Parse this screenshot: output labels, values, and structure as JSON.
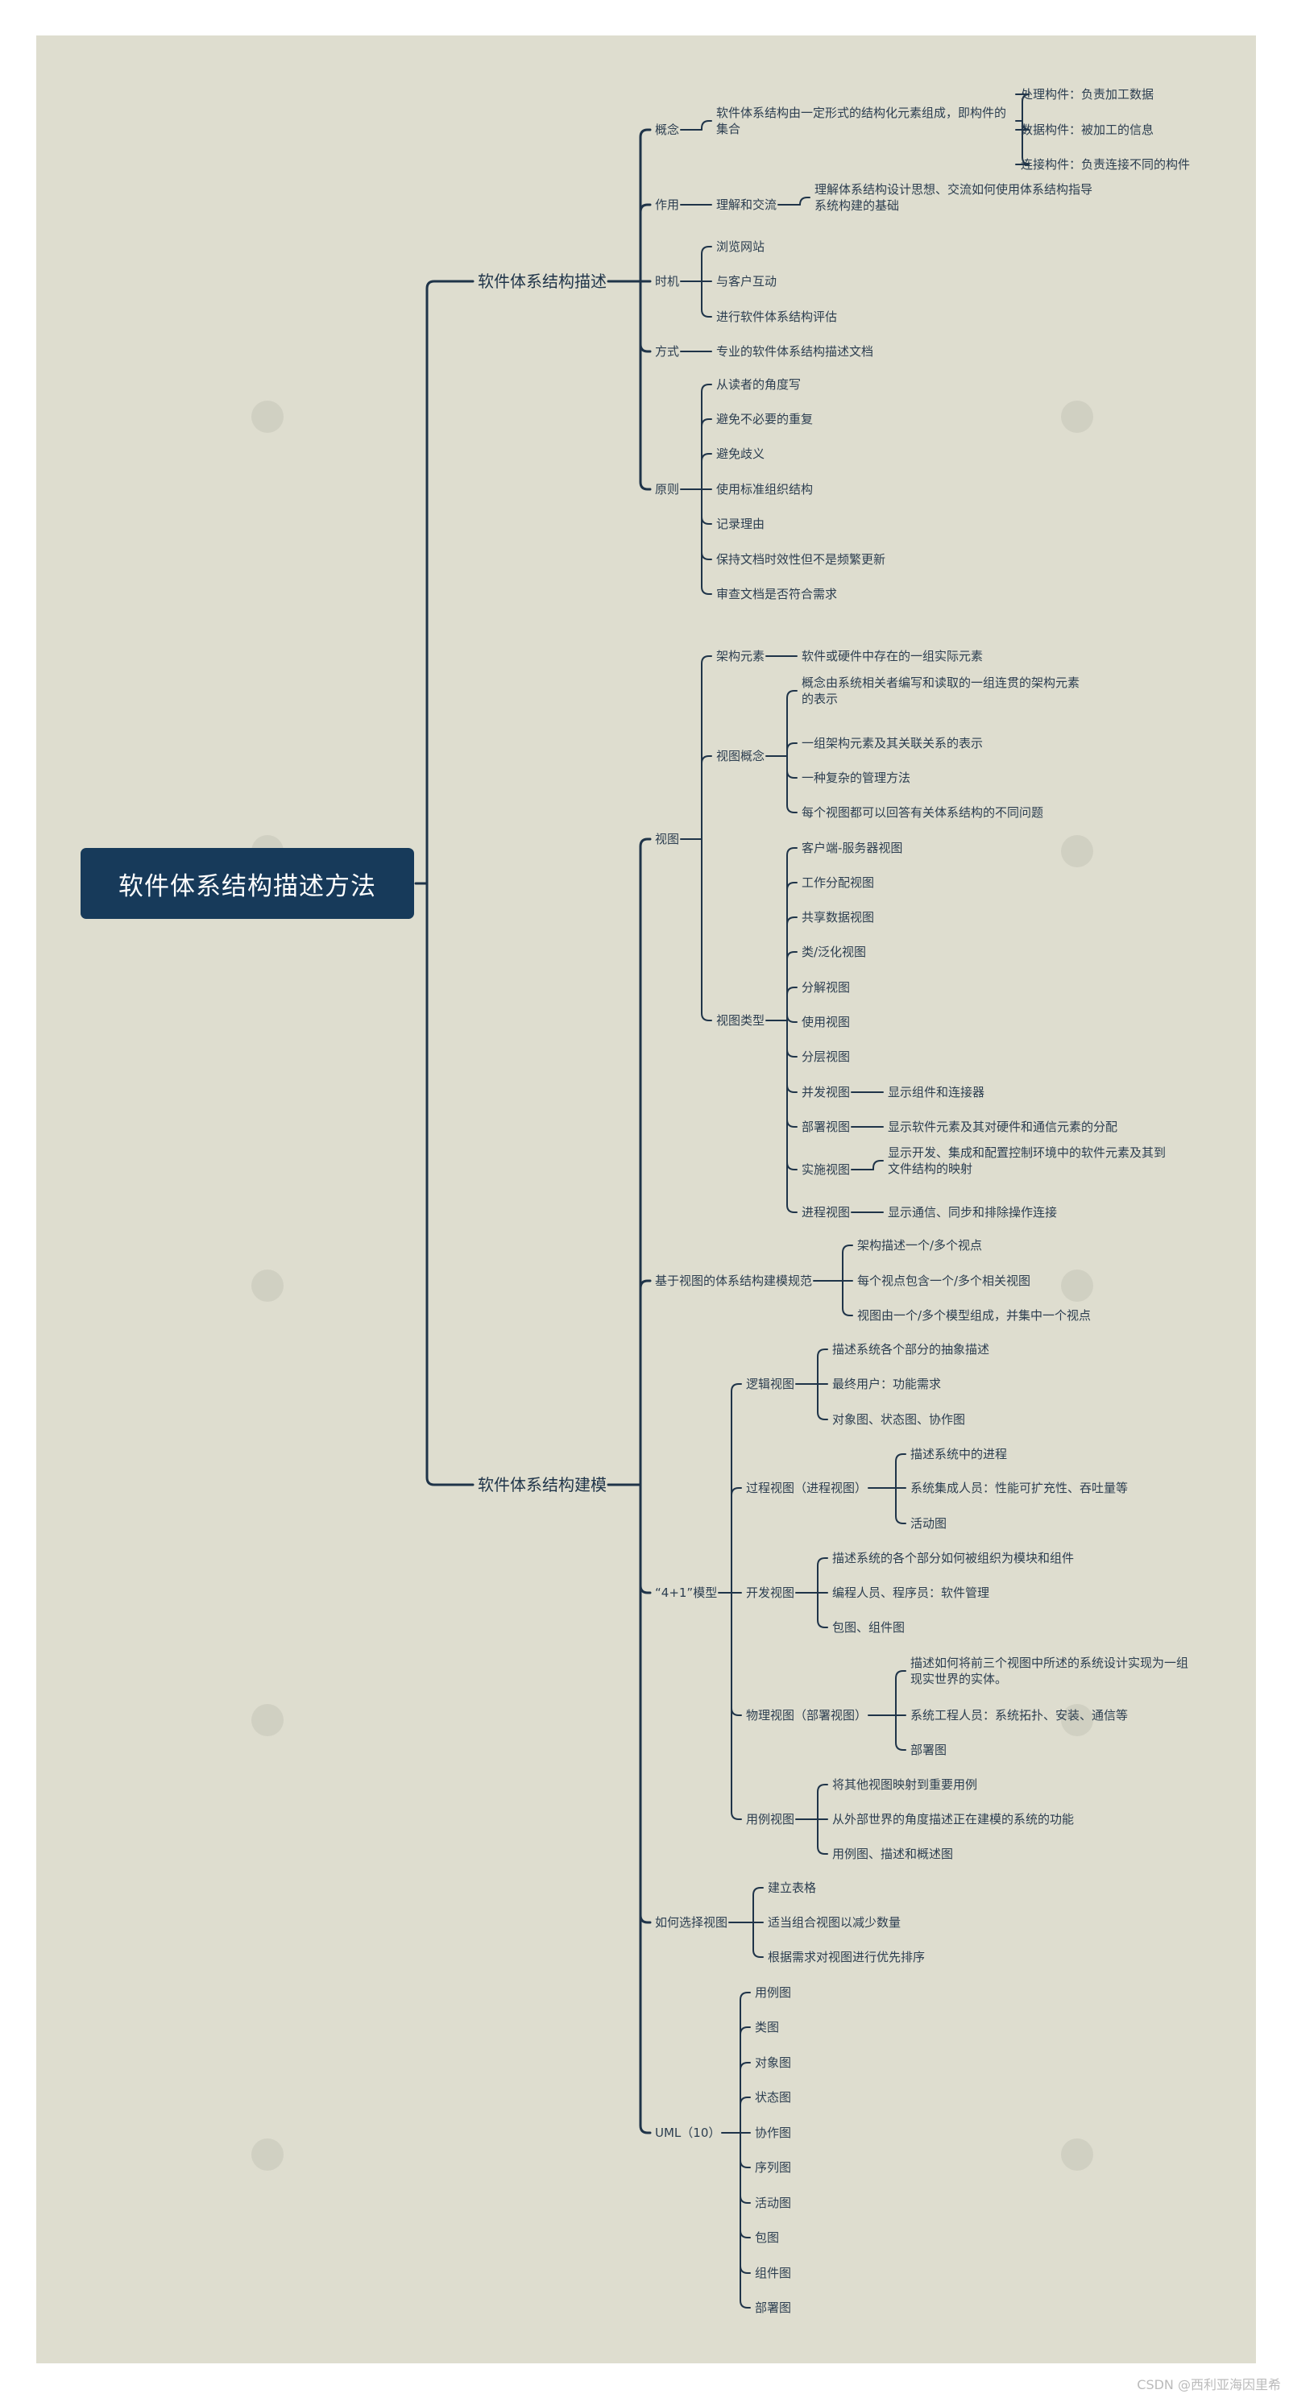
{
  "colors": {
    "canvas": "#deddcf",
    "line": "#1f3449",
    "root_bg": "#173a5a",
    "text": "#2c3e50"
  },
  "root": "软件体系结构描述方法",
  "footer": "CSDN @西利亚海因里希",
  "n": {
    "a": "软件体系结构描述",
    "a1": "概念",
    "a1a": "软件体系结构由一定形式的结构化元素组成，即构件的集合",
    "a1a1": "处理构件：负责加工数据",
    "a1a2": "数据构件：被加工的信息",
    "a1a3": "连接构件：负责连接不同的构件",
    "a2": "作用",
    "a2a": "理解和交流",
    "a2a1": "理解体系结构设计思想、交流如何使用体系结构指导系统构建的基础",
    "a3": "时机",
    "a3a": "浏览网站",
    "a3b": "与客户互动",
    "a3c": "进行软件体系结构评估",
    "a4": "方式",
    "a4a": "专业的软件体系结构描述文档",
    "a5": "原则",
    "a5a": "从读者的角度写",
    "a5b": "避免不必要的重复",
    "a5c": "避免歧义",
    "a5d": "使用标准组织结构",
    "a5e": "记录理由",
    "a5f": "保持文档时效性但不是频繁更新",
    "a5g": "审查文档是否符合需求",
    "b": "软件体系结构建模",
    "b1": "视图",
    "b1a": "架构元素",
    "b1a1": "软件或硬件中存在的一组实际元素",
    "b1b": "视图概念",
    "b1b1": "概念由系统相关者编写和读取的一组连贯的架构元素的表示",
    "b1b2": "一组架构元素及其关联关系的表示",
    "b1b3": "一种复杂的管理方法",
    "b1b4": "每个视图都可以回答有关体系结构的不同问题",
    "b1c": "视图类型",
    "b1c1": "客户端-服务器视图",
    "b1c2": "工作分配视图",
    "b1c3": "共享数据视图",
    "b1c4": "类/泛化视图",
    "b1c5": "分解视图",
    "b1c6": "使用视图",
    "b1c7": "分层视图",
    "b1c8": "并发视图",
    "b1c8a": "显示组件和连接器",
    "b1c9": "部署视图",
    "b1c9a": "显示软件元素及其对硬件和通信元素的分配",
    "b1c10": "实施视图",
    "b1c10a": "显示开发、集成和配置控制环境中的软件元素及其到文件结构的映射",
    "b1c11": "进程视图",
    "b1c11a": "显示通信、同步和排除操作连接",
    "b2": "基于视图的体系结构建模规范",
    "b2a": "架构描述一个/多个视点",
    "b2b": "每个视点包含一个/多个相关视图",
    "b2c": "视图由一个/多个模型组成，并集中一个视点",
    "b3": "“4+1”模型",
    "b3a": "逻辑视图",
    "b3a1": "描述系统各个部分的抽象描述",
    "b3a2": "最终用户：功能需求",
    "b3a3": "对象图、状态图、协作图",
    "b3b": "过程视图（进程视图）",
    "b3b1": "描述系统中的进程",
    "b3b2": "系统集成人员：性能可扩充性、吞吐量等",
    "b3b3": "活动图",
    "b3c": "开发视图",
    "b3c1": "描述系统的各个部分如何被组织为模块和组件",
    "b3c2": "编程人员、程序员：软件管理",
    "b3c3": "包图、组件图",
    "b3d": "物理视图（部署视图）",
    "b3d1": "描述如何将前三个视图中所述的系统设计实现为一组现实世界的实体。",
    "b3d2": "系统工程人员：系统拓扑、安装、通信等",
    "b3d3": "部署图",
    "b3e": "用例视图",
    "b3e1": "将其他视图映射到重要用例",
    "b3e2": "从外部世界的角度描述正在建模的系统的功能",
    "b3e3": "用例图、描述和概述图",
    "b4": "如何选择视图",
    "b4a": "建立表格",
    "b4b": "适当组合视图以减少数量",
    "b4c": "根据需求对视图进行优先排序",
    "b5": "UML（10）",
    "b5a": "用例图",
    "b5b": "类图",
    "b5c": "对象图",
    "b5d": "状态图",
    "b5e": "协作图",
    "b5f": "序列图",
    "b5g": "活动图",
    "b5h": "包图",
    "b5i": "组件图",
    "b5j": "部署图"
  }
}
